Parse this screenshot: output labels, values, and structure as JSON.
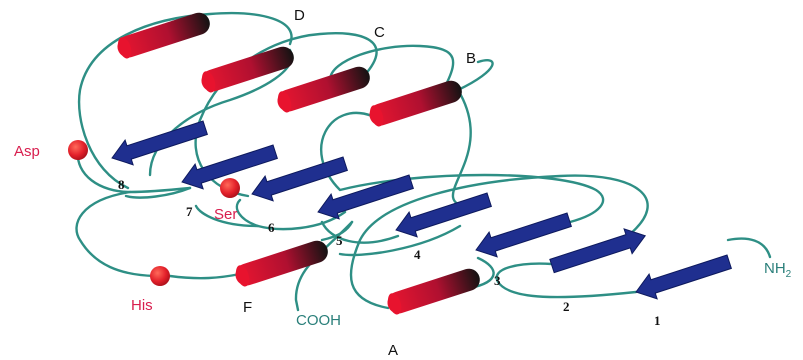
{
  "colors": {
    "loop": "#2e8f85",
    "strand": "#1f2f8f",
    "helix_start": "#e8132e",
    "helix_end": "#111111",
    "residue": "#e01b3a",
    "residue_label": "#d81e4e",
    "terminus_label": "#2a7f7a"
  },
  "helices": [
    {
      "id": "A",
      "label": "A"
    },
    {
      "id": "B",
      "label": "B"
    },
    {
      "id": "C",
      "label": "C"
    },
    {
      "id": "D",
      "label": "D"
    },
    {
      "id": "F",
      "label": "F"
    }
  ],
  "strands": [
    {
      "number": "1"
    },
    {
      "number": "2"
    },
    {
      "number": "3"
    },
    {
      "number": "4"
    },
    {
      "number": "5"
    },
    {
      "number": "6"
    },
    {
      "number": "7"
    },
    {
      "number": "8"
    }
  ],
  "residues": [
    {
      "name": "Asp"
    },
    {
      "name": "Ser"
    },
    {
      "name": "His"
    }
  ],
  "termini": {
    "n_terminus": "NH",
    "n_terminus_subscript": "2",
    "c_terminus": "COOH"
  }
}
